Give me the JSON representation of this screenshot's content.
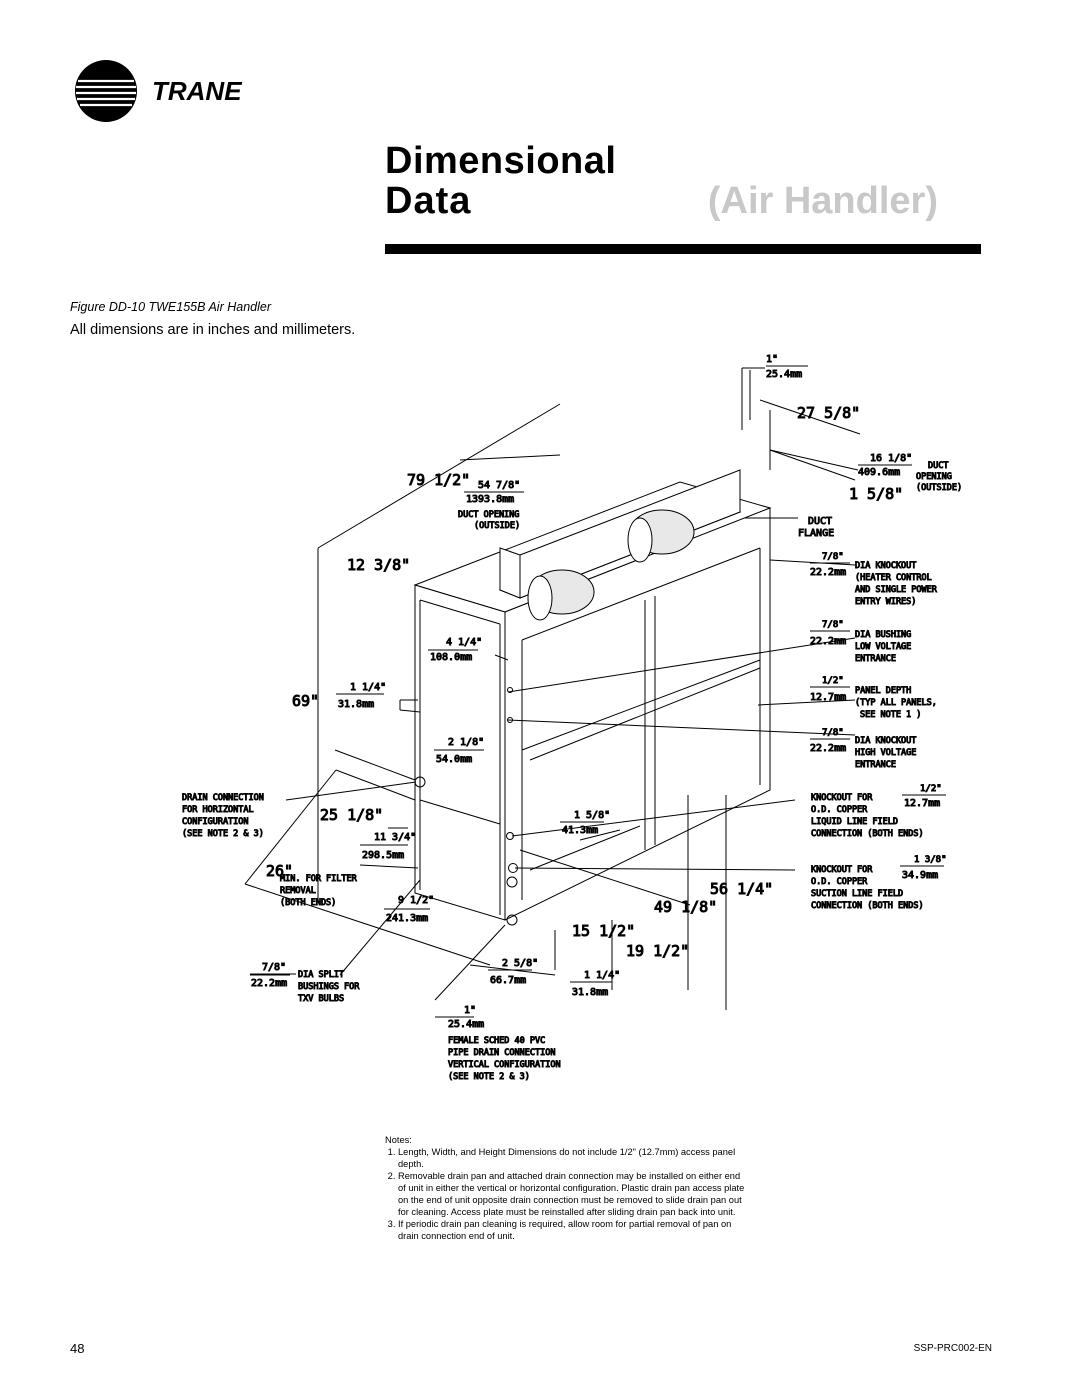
{
  "header": {
    "brand": "TRANE",
    "title_line1": "Dimensional",
    "title_line2": "Data",
    "section": "(Air Handler)"
  },
  "figure": {
    "caption": "Figure DD-10 TWE155B Air Handler",
    "intro": "All dimensions are in inches and millimeters."
  },
  "drawing_labels": {
    "top_in": "1\"",
    "top_mm": "25.4mm",
    "d_27_58": "27 5/8\"",
    "d_16_18": "16 1/8\"",
    "d_16_mm": "409.6mm",
    "duct_opening_r": "DUCT OPENING (OUTSIDE)",
    "d_1_58": "1 5/8\"",
    "duct_flange": "DUCT FLANGE",
    "d_79_12": "79 1/2\"",
    "d_54_78": "54 7/8\"",
    "d_54_mm": "1393.8mm",
    "duct_opening_l1": "DUCT OPENING",
    "duct_opening_l2": "(OUTSIDE)",
    "d_12_38": "12 3/8\"",
    "d_4_14": "4 1/4\"",
    "d_4_mm": "108.0mm",
    "d_69": "69\"",
    "d_1_14": "1 1/4\"",
    "d_1_14_mm": "31.8mm",
    "d_2_18": "2 1/8\"",
    "d_2_mm": "54.0mm",
    "drain_conn": [
      "DRAIN CONNECTION",
      "FOR HORIZONTAL",
      "CONFIGURATION",
      "(SEE NOTE 2 & 3)"
    ],
    "d_25_18": "25 1/8\"",
    "d_11_34": "11 3/4\"",
    "d_11_mm": "298.5mm",
    "d_26": "26\"",
    "min_filter": [
      "MIN. FOR FILTER",
      "REMOVAL",
      "(BOTH ENDS)"
    ],
    "d_9_12": "9 1/2\"",
    "d_9_mm": "241.3mm",
    "d_1_58b": "1 5/8\"",
    "d_1_58b_mm": "41.3mm",
    "d_15_12": "15 1/2\"",
    "d_19_12": "19 1/2\"",
    "d_49_18": "49 1/8\"",
    "d_56_14": "56 1/4\"",
    "d_78_split": "7/8\"",
    "d_78_split_mm": "22.2mm",
    "dia_split": [
      "DIA SPLIT",
      "BUSHINGS FOR",
      "TXV BULBS"
    ],
    "d_2_58": "2 5/8\"",
    "d_2_58_mm": "66.7mm",
    "d_1_14b": "1 1/4\"",
    "d_1_14b_mm": "31.8mm",
    "bot_in": "1\"",
    "bot_mm": "25.4mm",
    "pvc": [
      "FEMALE SCHED 40 PVC",
      "PIPE DRAIN CONNECTION",
      "VERTICAL CONFIGURATION",
      "(SEE NOTE 2 & 3)"
    ],
    "k1_in": "7/8\"",
    "k1_mm": "22.2mm",
    "k1_text": [
      "DIA KNOCKOUT",
      "(HEATER CONTROL",
      "AND SINGLE POWER",
      "ENTRY WIRES)"
    ],
    "k2_in": "7/8\"",
    "k2_mm": "22.2mm",
    "k2_text": [
      "DIA BUSHING",
      "LOW VOLTAGE",
      "ENTRANCE"
    ],
    "k3_in": "1/2\"",
    "k3_mm": "12.7mm",
    "k3_text": [
      "PANEL DEPTH",
      "(TYP ALL PANELS,",
      "SEE NOTE 1 )"
    ],
    "k4_in": "7/8\"",
    "k4_mm": "22.2mm",
    "k4_text": [
      "DIA KNOCKOUT",
      "HIGH VOLTAGE",
      "ENTRANCE"
    ],
    "k5_text": [
      "KNOCKOUT FOR",
      "O.D. COPPER",
      "LIQUID LINE FIELD",
      "CONNECTION (BOTH ENDS)"
    ],
    "k5_in": "1/2\"",
    "k5_mm": "12.7mm",
    "k6_text": [
      "KNOCKOUT FOR",
      "O.D. COPPER",
      "SUCTION LINE FIELD",
      "CONNECTION (BOTH ENDS)"
    ],
    "k6_in": "1 3/8\"",
    "k6_mm": "34.9mm"
  },
  "notes": {
    "heading": "Notes:",
    "items": [
      "Length, Width, and Height Dimensions do not include 1/2\" (12.7mm) access panel depth.",
      "Removable drain pan and attached drain connection may be installed on either end of unit in either the vertical or horizontal configuration. Plastic drain pan access plate on the end of unit opposite drain connection must be removed to slide drain pan out for cleaning. Access plate must be reinstalled after sliding drain pan back into unit.",
      "If periodic drain pan cleaning is required, allow room for partial removal of pan on drain connection end of unit."
    ]
  },
  "footer": {
    "page_number": "48",
    "doc_id": "SSP-PRC002-EN"
  }
}
